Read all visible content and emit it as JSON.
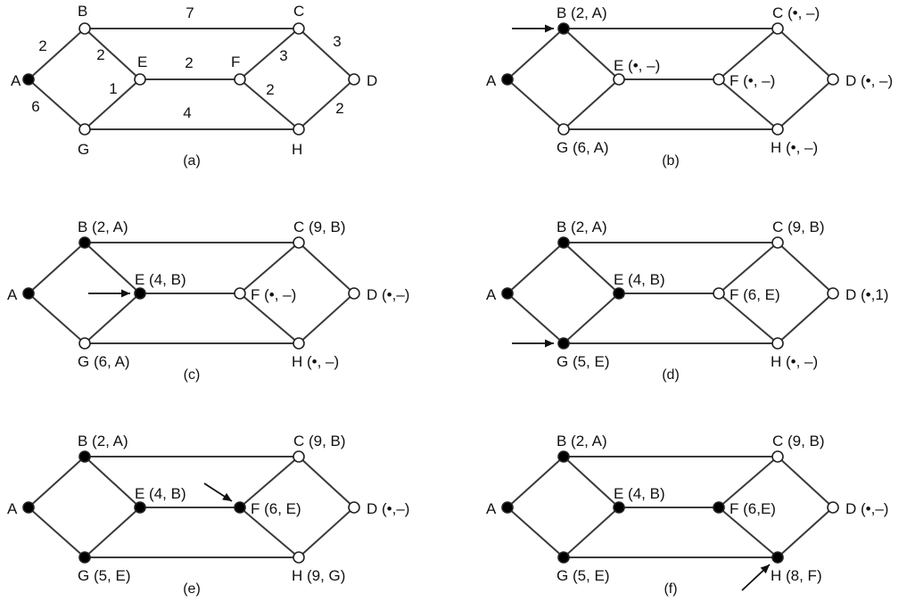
{
  "graph_edges": [
    [
      "A",
      "B"
    ],
    [
      "A",
      "G"
    ],
    [
      "B",
      "C"
    ],
    [
      "B",
      "E"
    ],
    [
      "G",
      "E"
    ],
    [
      "G",
      "H"
    ],
    [
      "E",
      "F"
    ],
    [
      "C",
      "F"
    ],
    [
      "C",
      "D"
    ],
    [
      "F",
      "H"
    ],
    [
      "D",
      "H"
    ]
  ],
  "panels": [
    {
      "caption": "(a)",
      "labels": {
        "A": "A",
        "B": "B",
        "C": "C",
        "D": "D",
        "E": "E",
        "F": "F",
        "G": "G",
        "H": "H"
      },
      "filled": [
        "A"
      ],
      "weights": [
        {
          "edge": "A-B",
          "text": "2"
        },
        {
          "edge": "A-G",
          "text": "6"
        },
        {
          "edge": "B-C",
          "text": "7"
        },
        {
          "edge": "B-E",
          "text": "2"
        },
        {
          "edge": "G-E",
          "text": "1"
        },
        {
          "edge": "E-F",
          "text": "2"
        },
        {
          "edge": "C-F",
          "text": "3"
        },
        {
          "edge": "C-D",
          "text": "3"
        },
        {
          "edge": "F-H",
          "text": "2"
        },
        {
          "edge": "G-H",
          "text": "4"
        },
        {
          "edge": "D-H",
          "text": "2"
        }
      ]
    },
    {
      "caption": "(b)",
      "labels": {
        "A": "A",
        "B": "B (2, A)",
        "C": "C (•, –)",
        "D": "D (•, –)",
        "E": "E (•, –)",
        "F": "F (•, –)",
        "G": "G (6, A)",
        "H": "H (•, –)"
      },
      "filled": [
        "A",
        "B"
      ],
      "arrow_to": "B"
    },
    {
      "caption": "(c)",
      "labels": {
        "A": "A",
        "B": "B (2, A)",
        "C": "C (9, B)",
        "D": "D (•,–)",
        "E": "E (4, B)",
        "F": "F (•, –)",
        "G": "G (6, A)",
        "H": "H (•, –)"
      },
      "filled": [
        "A",
        "B",
        "E"
      ],
      "arrow_to": "E"
    },
    {
      "caption": "(d)",
      "labels": {
        "A": "A",
        "B": "B (2, A)",
        "C": "C (9, B)",
        "D": "D (•,1)",
        "E": "E (4, B)",
        "F": "F (6, E)",
        "G": "G (5, E)",
        "H": "H (•, –)"
      },
      "filled": [
        "A",
        "B",
        "E",
        "G"
      ],
      "arrow_to": "G"
    },
    {
      "caption": "(e)",
      "labels": {
        "A": "A",
        "B": "B (2, A)",
        "C": "C (9, B)",
        "D": "D (•,–)",
        "E": "E (4, B)",
        "F": "F (6, E)",
        "G": "G (5, E)",
        "H": "H (9, G)"
      },
      "filled": [
        "A",
        "B",
        "E",
        "G",
        "F"
      ],
      "arrow_to": "F"
    },
    {
      "caption": "(f)",
      "labels": {
        "A": "A",
        "B": "B (2, A)",
        "C": "C (9, B)",
        "D": "D (•,–)",
        "E": "E (4, B)",
        "F": "F (6,E)",
        "G": "G (5, E)",
        "H": "H (8, F)"
      },
      "filled": [
        "A",
        "B",
        "E",
        "G",
        "F",
        "H"
      ],
      "arrow_to": "H"
    }
  ]
}
